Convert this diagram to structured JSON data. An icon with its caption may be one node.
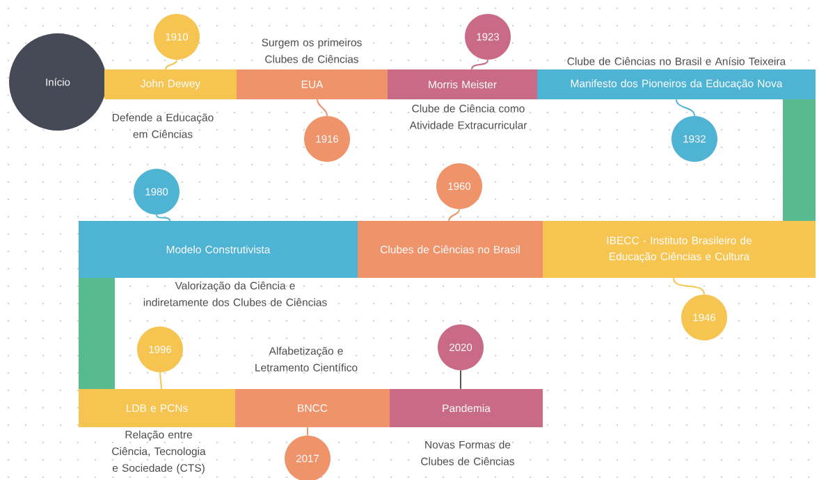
{
  "diagram": {
    "nodes": [
      {
        "text": [
          "Início"
        ]
      },
      {
        "text": [
          "John Dewey"
        ]
      },
      {
        "text": [
          "EUA"
        ],
        "beside": [
          "Surgem os primeiros Clubes de Ciências"
        ]
      },
      {
        "text": [
          "Morris Meister"
        ],
        "beside": [
          "Clube de Ciência como Atividade Extracurricular"
        ]
      },
      {
        "text": [
          "Manifesto dos Pioneiros da Educação Nova"
        ],
        "beside": [
          "Clube de Ciências no Brasil e Anísio Teixeira"
        ]
      },
      {
        "text": [
          "1910"
        ]
      },
      {
        "text": [
          "1916"
        ]
      },
      {
        "text": [
          "1923"
        ]
      },
      {
        "text": [
          "1932"
        ]
      },
      {
        "text": [
          "IBECC - Instituto Brasileiro de Educação Ciências e Cultura"
        ]
      },
      {
        "text": [
          "Clubes de Ciências no Brasil"
        ]
      },
      {
        "text": [
          "Modelo Construtivista"
        ],
        "beside": [
          "Valorização da Ciência e indiretamente dos Clubes de Ciências"
        ]
      },
      {
        "text": [
          "1946"
        ]
      },
      {
        "text": [
          "1960"
        ]
      },
      {
        "text": [
          "1980"
        ]
      },
      {
        "text": [
          "LDB e PCNs"
        ],
        "beside": [
          "Relação entre Ciência, Tecnologia e Sociedade (CTS)"
        ]
      },
      {
        "text": [
          "BNCC"
        ],
        "beside": [
          "Alfabetização e Letramento Científico"
        ]
      },
      {
        "text": [
          "Pandemia"
        ],
        "beside": [
          "Novas Formas de Clubes de Ciências"
        ]
      },
      {
        "text": [
          "1996"
        ]
      },
      {
        "text": [
          "2017"
        ]
      },
      {
        "text": [
          "2020"
        ]
      },
      {
        "text": [],
        "shape": "bar"
      },
      {
        "text": [],
        "shape": "bar"
      }
    ],
    "edges": [
      {
        "from": 5,
        "to": 1,
        "arrow": "none",
        "color": "#f5c451"
      },
      {
        "from": 6,
        "to": 2,
        "arrow": "none",
        "color": "#ee936a"
      },
      {
        "from": 7,
        "to": 3,
        "arrow": "none",
        "color": "#c96a87"
      },
      {
        "from": 8,
        "to": 4,
        "arrow": "none",
        "color": "#4fb3d4"
      },
      {
        "from": 12,
        "to": 9,
        "arrow": "none",
        "color": "#f5c451"
      },
      {
        "from": 13,
        "to": 10,
        "arrow": "none",
        "color": "#ee936a"
      },
      {
        "from": 14,
        "to": 11,
        "arrow": "none",
        "color": "#4fb3d4"
      },
      {
        "from": 18,
        "to": 15,
        "arrow": "none",
        "color": "#f5c451"
      },
      {
        "from": 19,
        "to": 16,
        "arrow": "none",
        "color": "#ee936a"
      },
      {
        "from": 20,
        "to": 17,
        "arrow": "none",
        "color": "#555555"
      }
    ],
    "labels": [
      "Defende a Educação em Ciências"
    ]
  }
}
